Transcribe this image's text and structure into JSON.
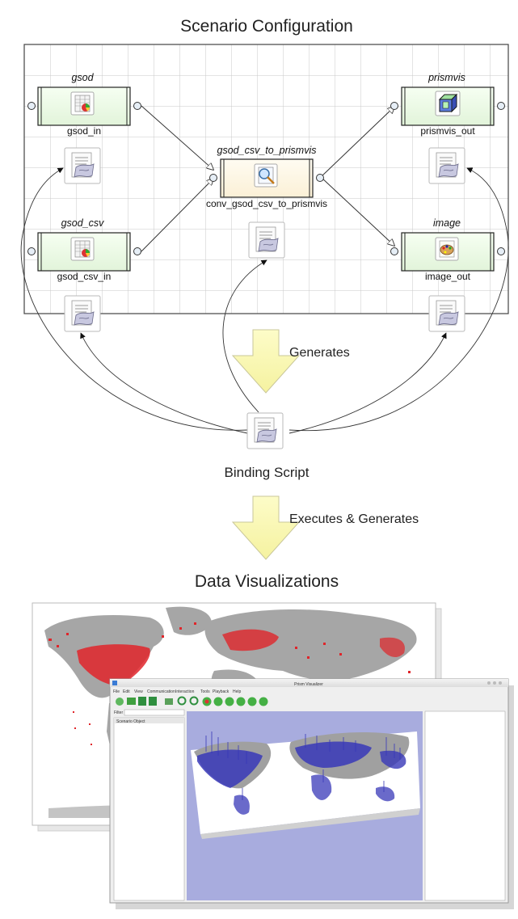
{
  "titles": {
    "scenario": "Scenario Configuration",
    "visualizations": "Data Visualizations"
  },
  "nodes": {
    "gsod": {
      "title": "gsod",
      "label": "gsod_in",
      "icon": "spreadsheet-icon"
    },
    "gsod_csv": {
      "title": "gsod_csv",
      "label": "gsod_csv_in",
      "icon": "spreadsheet-icon"
    },
    "converter": {
      "title": "gsod_csv_to_prismvis",
      "label": "conv_gsod_csv_to_prismvis",
      "icon": "magnifier-icon"
    },
    "prismvis": {
      "title": "prismvis",
      "label": "prismvis_out",
      "icon": "cube-icon"
    },
    "image": {
      "title": "image",
      "label": "image_out",
      "icon": "palette-icon"
    }
  },
  "arrows": {
    "generates": "Generates",
    "executes": "Executes & Generates"
  },
  "binding_script": {
    "label": "Binding Script",
    "icon": "script-icon"
  },
  "colors": {
    "node_fill": "#eefbe9",
    "conv_fill": "#fff8e7",
    "grid": "#c8c8c8",
    "arrow_fill": "#fbf9b4",
    "map_red": "#e0252a",
    "map_blue": "#3838b8",
    "viewport_bg": "#a8acde"
  },
  "app": {
    "title": "Prism Visualizer",
    "menu": [
      "File",
      "Edit",
      "View",
      "Communication",
      "Interaction",
      "Tools",
      "Playback",
      "Help"
    ],
    "filter_label": "Filter",
    "tree_header": "Scenario Object"
  }
}
